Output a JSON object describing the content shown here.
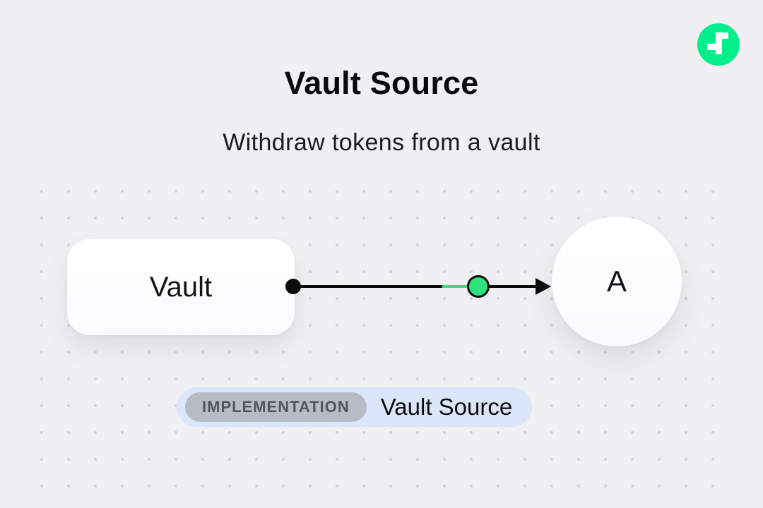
{
  "header": {
    "title": "Vault Source",
    "subtitle": "Withdraw tokens from a vault"
  },
  "logo": {
    "name": "flow-logo",
    "brand_color": "#00EF8B"
  },
  "diagram": {
    "source_node": {
      "label": "Vault",
      "shape": "rounded-rect"
    },
    "target_node": {
      "label": "A",
      "shape": "circle"
    },
    "connector": {
      "type": "arrow",
      "start_marker": "black-dot",
      "mid_marker": "green-token-dot",
      "token_dot_color": "#2EE27D",
      "line_color": "#0B0B0C"
    }
  },
  "badge": {
    "tag": "IMPLEMENTATION",
    "label": "Vault Source",
    "container_color": "#DBE6FB",
    "tag_color": "#B7BBC3"
  }
}
